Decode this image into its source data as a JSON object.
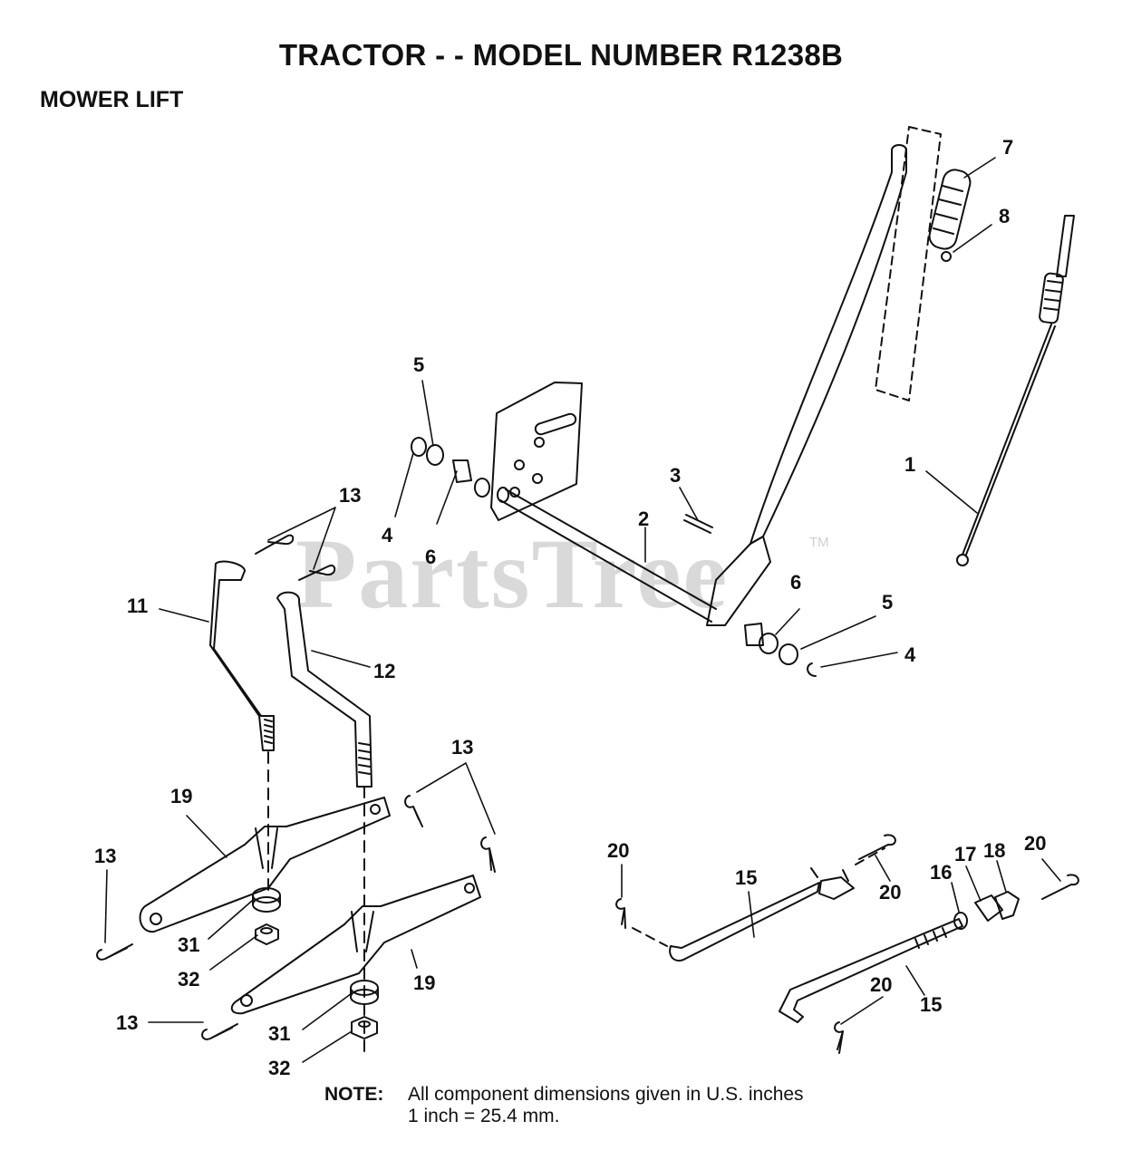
{
  "header": {
    "title": "TRACTOR - - MODEL NUMBER R1238B",
    "section": "MOWER LIFT"
  },
  "watermark": {
    "text": "PartsTree",
    "tm": "TM"
  },
  "labels": [
    "5",
    "4",
    "6",
    "13",
    "3",
    "2",
    "1",
    "7",
    "8",
    "11",
    "12",
    "6",
    "5",
    "4",
    "13",
    "19",
    "13",
    "31",
    "32",
    "19",
    "13",
    "31",
    "32",
    "20",
    "15",
    "20",
    "16",
    "17",
    "18",
    "20",
    "20",
    "15"
  ],
  "note": {
    "label": "NOTE:",
    "line1": "All component dimensions given in U.S. inches",
    "line2": "1 inch = 25.4 mm."
  }
}
